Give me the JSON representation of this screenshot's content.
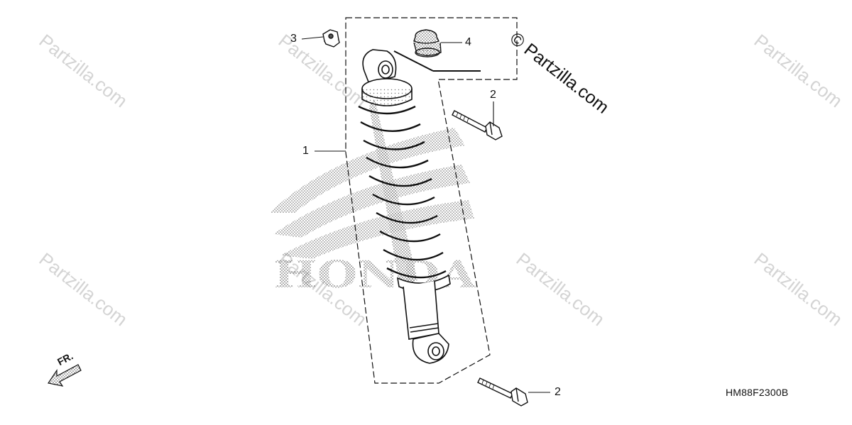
{
  "diagram": {
    "watermark_text": "Partzilla.com",
    "copyright_text": "© Partzilla.com",
    "brand_text": "HONDA",
    "diagram_code": "HM88F2300B",
    "direction_label": "FR.",
    "callouts": [
      {
        "number": "1",
        "part": "shock-absorber"
      },
      {
        "number": "2",
        "part": "bolt-upper"
      },
      {
        "number": "2",
        "part": "bolt-lower"
      },
      {
        "number": "3",
        "part": "nut"
      },
      {
        "number": "4",
        "part": "bump-stop-rubber"
      }
    ]
  }
}
